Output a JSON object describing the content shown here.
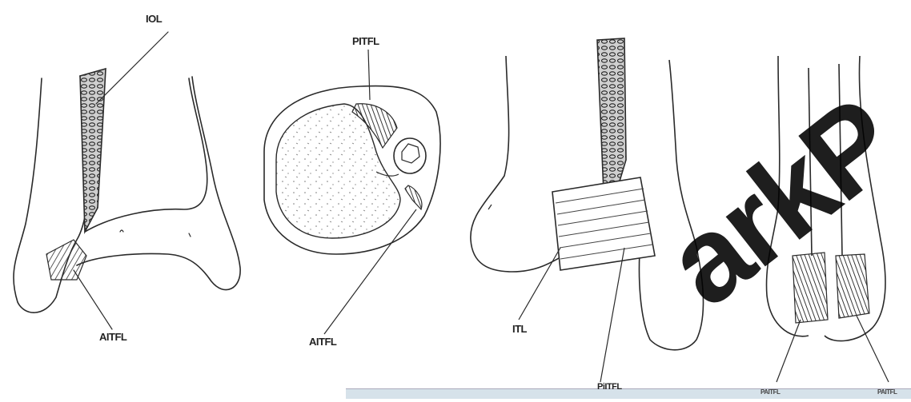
{
  "labels": {
    "iol": "IOL",
    "pitfl": "PITFL",
    "aitfl_left": "AITFL",
    "aitfl_middle": "AITFL",
    "itl": "ITL",
    "bottom_strip": "PiITFL",
    "right_label_1": "PAITFL",
    "right_label_2": "PAITFL"
  },
  "watermark": "arkP",
  "colors": {
    "line": "#2a2a2a",
    "background": "#ffffff",
    "strip": "#d6e2ea"
  }
}
